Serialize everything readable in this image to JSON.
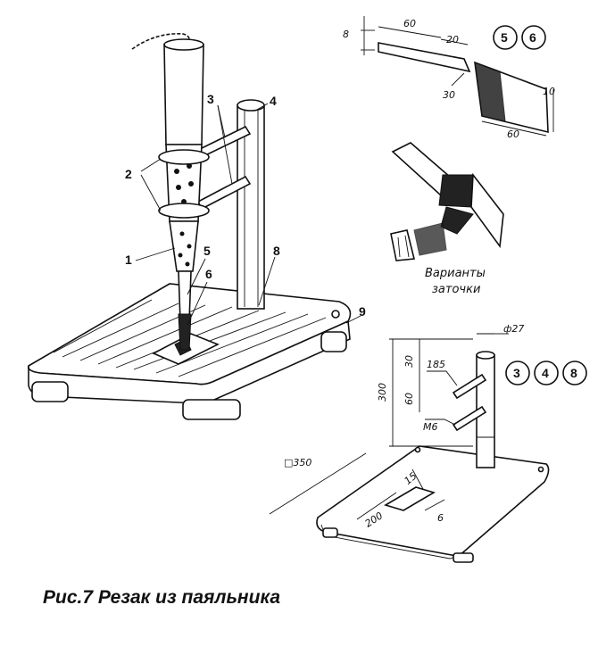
{
  "caption": "Рис.7  Резак из паяльника",
  "callouts": {
    "c1": "1",
    "c2": "2",
    "c3": "3",
    "c4": "4",
    "c5": "5",
    "c6": "6",
    "c8": "8",
    "c9": "9"
  },
  "detail_blade": {
    "circles": [
      "5",
      "6"
    ],
    "dims": {
      "d8": "8",
      "d60": "60",
      "d20": "20",
      "d30": "30",
      "d10": "10",
      "d60b": "60"
    }
  },
  "sharpening": {
    "line1": "Варианты",
    "line2": "заточки"
  },
  "detail_stand": {
    "circles": [
      "3",
      "4",
      "8"
    ],
    "dims": {
      "d27": "ф27",
      "d30": "30",
      "d185": "185",
      "d60": "60",
      "d300": "300",
      "dM6": "М6",
      "d350": "□350",
      "d15": "15",
      "d200": "200",
      "d6": "6"
    }
  }
}
